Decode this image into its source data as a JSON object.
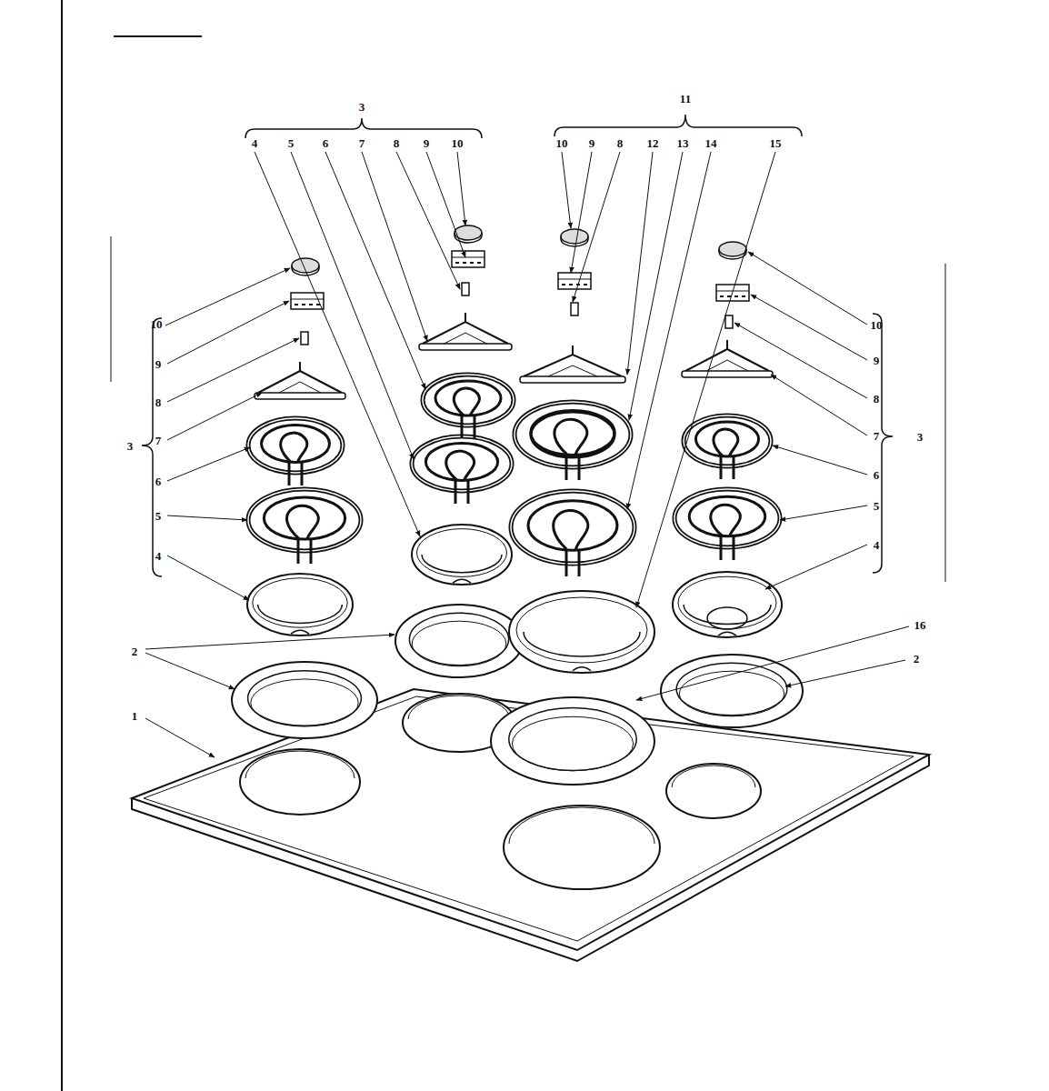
{
  "diagram": {
    "labels": [
      "3",
      "11",
      "4",
      "5",
      "6",
      "7",
      "8",
      "9",
      "10",
      "10",
      "9",
      "8",
      "12",
      "13",
      "14",
      "15",
      "10",
      "9",
      "8",
      "7",
      "3",
      "6",
      "5",
      "4",
      "10",
      "9",
      "8",
      "7",
      "3",
      "6",
      "5",
      "4",
      "16",
      "2",
      "2",
      "1"
    ]
  }
}
